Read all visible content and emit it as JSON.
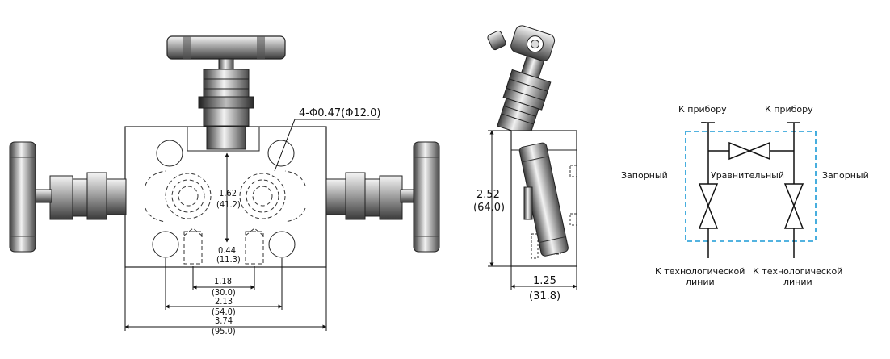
{
  "front_view": {
    "hole_callout": "4-Φ0.47(Φ12.0)",
    "dim_162": "1.62",
    "dim_162_mm": "(41.2)",
    "dim_044": "0.44",
    "dim_044_mm": "(11.3)",
    "dim_118": "1.18",
    "dim_118_mm": "(30.0)",
    "dim_213": "2.13",
    "dim_213_mm": "(54.0)",
    "dim_374": "3.74",
    "dim_374_mm": "(95.0)"
  },
  "side_view": {
    "dim_252": "2.52",
    "dim_252_mm": "(64.0)",
    "dim_125": "1.25",
    "dim_125_mm": "(31.8)"
  },
  "schematic": {
    "to_instrument_left": "К прибору",
    "to_instrument_right": "К прибору",
    "shutoff_left": "Запорный",
    "equalizing": "Уравнительный",
    "shutoff_right": "Запорный",
    "process_left_1": "К технологической",
    "process_left_2": "линии",
    "process_right_1": "К технологической",
    "process_right_2": "линии",
    "box_color": "#1a9ad6"
  }
}
